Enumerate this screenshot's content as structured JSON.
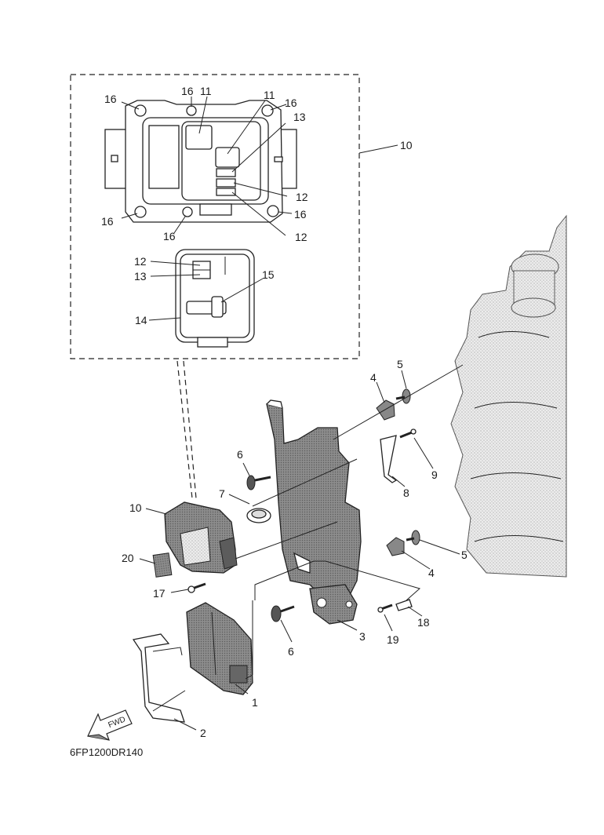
{
  "diagram": {
    "code": "6FP1200DR140",
    "fwd_label": "FWD",
    "callouts": {
      "c1": "1",
      "c2": "2",
      "c3": "3",
      "c4a": "4",
      "c4b": "4",
      "c5a": "5",
      "c5b": "5",
      "c6a": "6",
      "c6b": "6",
      "c7": "7",
      "c8": "8",
      "c9": "9",
      "c10a": "10",
      "c10b": "10",
      "c11a": "11",
      "c11b": "11",
      "c12a": "12",
      "c12b": "12",
      "c12c": "12",
      "c13a": "13",
      "c13b": "13",
      "c14": "14",
      "c15": "15",
      "c16a": "16",
      "c16b": "16",
      "c16c": "16",
      "c16d": "16",
      "c16e": "16",
      "c16f": "16",
      "c17": "17",
      "c18": "18",
      "c19": "19",
      "c20": "20"
    }
  },
  "colors": {
    "ink": "#222222",
    "engine_fill": "#e4e4e4",
    "part_fill": "#8a8a8a",
    "light_fill": "#c9c9c9"
  }
}
